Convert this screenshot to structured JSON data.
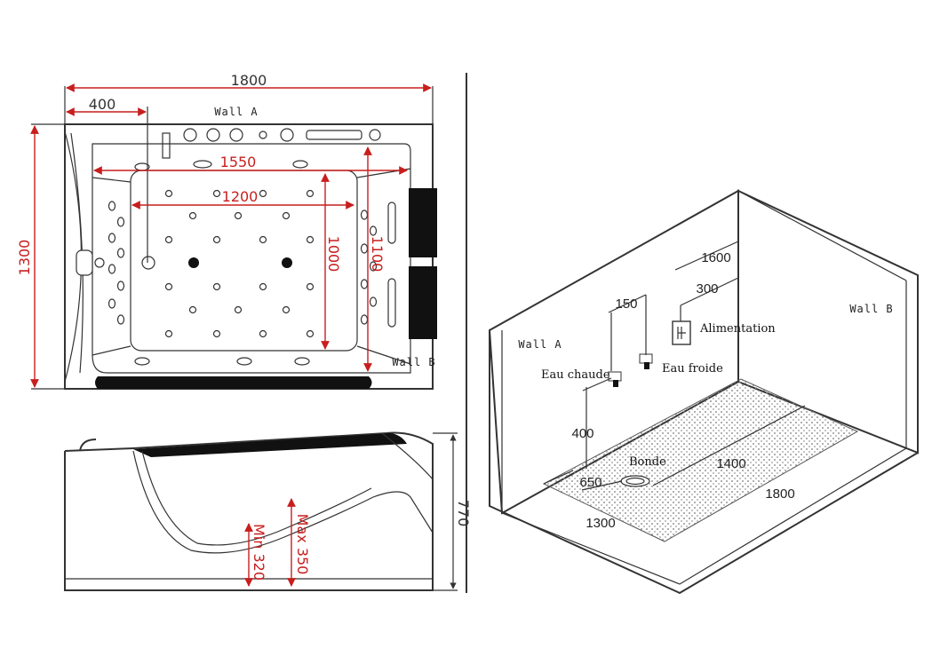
{
  "top_view": {
    "dim_length": "1800",
    "dim_offset": "400",
    "dim_width": "1300",
    "dim_inner_1550": "1550",
    "dim_inner_1200": "1200",
    "dim_inner_1000": "1000",
    "dim_inner_1100": "1100",
    "wall_a": "Wall A",
    "wall_b": "Wall B"
  },
  "side_view": {
    "dim_height": "770",
    "min_depth": "Min 320",
    "max_depth": "Max 350"
  },
  "room_view": {
    "wall_a": "Wall A",
    "wall_b": "Wall B",
    "dim_1600": "1600",
    "dim_300": "300",
    "dim_150": "150",
    "dim_400": "400",
    "dim_650": "650",
    "dim_1400": "1400",
    "dim_1800": "1800",
    "dim_1300": "1300",
    "label_alimentation": "Alimentation",
    "label_eau_froide": "Eau froide",
    "label_eau_chaude": "Eau chaude",
    "label_bonde": "Bonde"
  },
  "colors": {
    "dimension": "#c81e1e",
    "line": "#333333"
  }
}
